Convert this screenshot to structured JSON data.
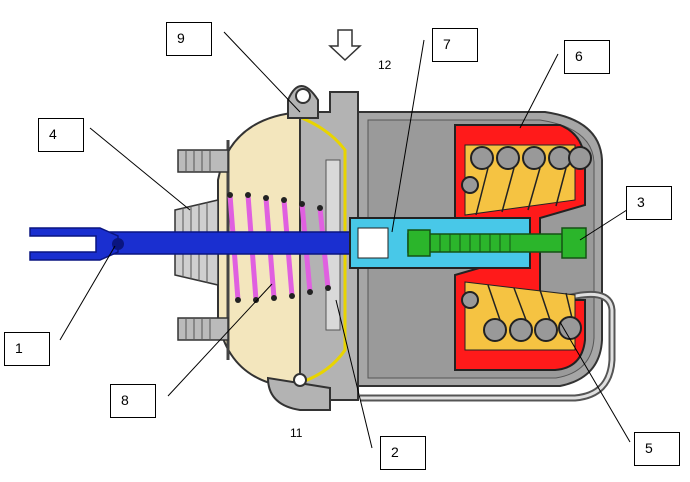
{
  "labels": {
    "l1": "1",
    "l2": "2",
    "l3": "3",
    "l4": "4",
    "l5": "5",
    "l6": "6",
    "l7": "7",
    "l8": "8",
    "l9": "9",
    "l11": "11",
    "l12": "12"
  },
  "colors": {
    "housing": "#a6a6a6",
    "housing_dark": "#7f7f7f",
    "service_chamber": "#f3e6bd",
    "spring": "#e060e0",
    "piston_rod": "#1a2fd0",
    "spring_brake_piston": "#ff1a1a",
    "parking_spring": "#f5c342",
    "release_bolt": "#2bb52b",
    "tube": "#48c8e8",
    "diaphragm": "#e8d400"
  }
}
